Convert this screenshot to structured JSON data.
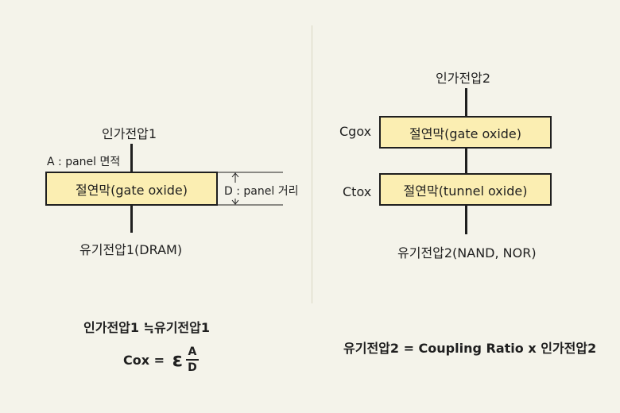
{
  "left": {
    "top_label": "인가전압1",
    "area_label": "A : panel 면적",
    "box_label": "절연막(gate oxide)",
    "distance_label": "D : panel 거리",
    "bottom_label": "유기전압1(DRAM)"
  },
  "right": {
    "top_label": "인가전압2",
    "cgox_label": "Cgox",
    "box1_label": "절연막(gate oxide)",
    "ctox_label": "Ctox",
    "box2_label": "절연막(tunnel oxide)",
    "bottom_label": "유기전압2(NAND, NOR)"
  },
  "formulas": {
    "relation": "인가전압1 ≒유기전압1",
    "cox_prefix": "Cox = ",
    "epsilon": "ε",
    "numerator": "A",
    "denominator": "D",
    "coupling": "유기전압2 = Coupling Ratio x 인가전압2"
  },
  "colors": {
    "background": "#f4f3ea",
    "box_fill": "#fbeeb2",
    "stroke": "#1f1f1f"
  }
}
